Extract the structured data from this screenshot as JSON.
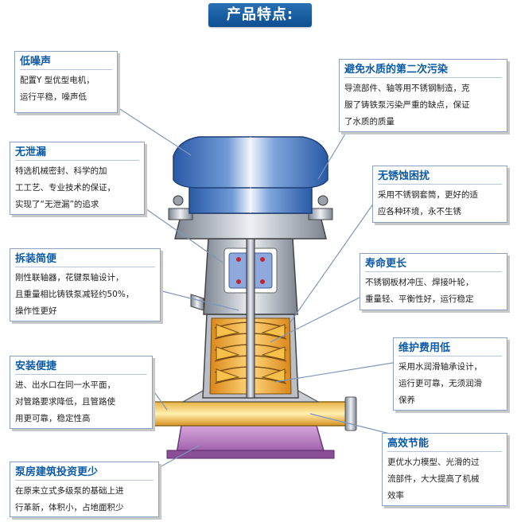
{
  "title": "产品特点:",
  "colors": {
    "accent": "#0b5aa8",
    "banner": "#1a5fa5",
    "motor": "#3f6fb6",
    "impeller": "#f0a020",
    "base": "#b77ac0"
  },
  "callouts": {
    "low_noise": {
      "heading": "低噪声",
      "lines": [
        "配置Y 型优型电机，",
        "运行平稳，噪声低"
      ]
    },
    "no_leak": {
      "heading": "无泄漏",
      "lines": [
        "特选机械密封、科学的加",
        "工工艺、专业技术的保证，",
        "实现了“无泄漏”的追求"
      ]
    },
    "easy_disassembly": {
      "heading": "拆装简便",
      "lines": [
        "刚性联轴器，花键泵轴设计，",
        "且重量相比铸铁泵减轻约50%，",
        "操作性更好"
      ]
    },
    "easy_install": {
      "heading": "安装便捷",
      "lines": [
        "进、出水口在同一水平面，",
        "对管路要求降低，且管路使",
        "用更可靠，稳定性高"
      ]
    },
    "less_investment": {
      "heading": "泵房建筑投资更少",
      "lines": [
        "在原来立式多级泵的基础上进",
        "行革新，体积小，占地面积少"
      ]
    },
    "no_pollution": {
      "heading": "避免水质的第二次污染",
      "lines": [
        "导流部件、轴等用不锈钢制造，克",
        "服了铸铁泵污染严重的缺点，保证",
        "了水质的质量"
      ]
    },
    "no_corrosion": {
      "heading": "无锈蚀困扰",
      "lines": [
        "采用不锈钢套筒，更好的适",
        "应各种环境，永不生锈"
      ]
    },
    "long_life": {
      "heading": "寿命更长",
      "lines": [
        "不锈钢板材冲压、焊接叶轮，",
        "重量轻、平衡性好，运行稳定"
      ]
    },
    "low_maintenance": {
      "heading": "维护费用低",
      "lines": [
        "采用水润滑轴承设计，",
        "运行更可靠，无须润滑",
        "保养"
      ]
    },
    "energy_saving": {
      "heading": "高效节能",
      "lines": [
        "更优水力模型、光滑的过",
        "流部件，大大提高了机械",
        "效率"
      ]
    }
  }
}
